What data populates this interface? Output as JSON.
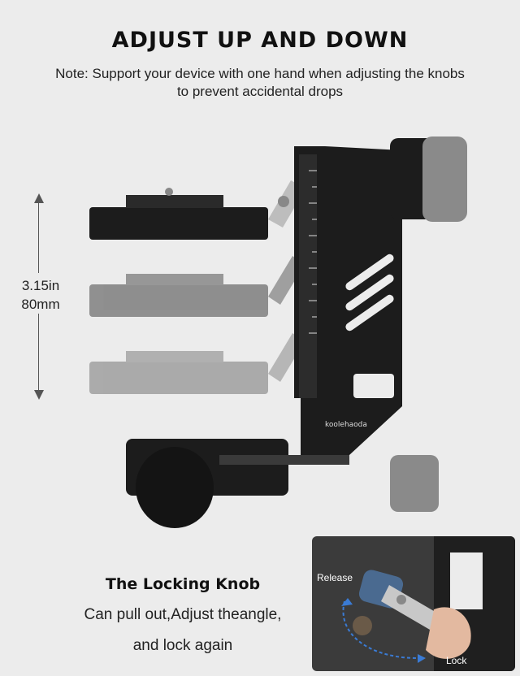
{
  "header": {
    "title": "ADJUST UP AND DOWN",
    "note_line1": "Note: Support your device with one hand when adjusting the knobs",
    "note_line2": "to prevent accidental drops"
  },
  "measurement": {
    "inches": "3.15in",
    "mm": "80mm"
  },
  "product": {
    "brand": "koolehaoda"
  },
  "locking_knob": {
    "title": "The Locking Knob",
    "line1": "Can pull out,Adjust theangle,",
    "line2": "and lock again"
  },
  "inset": {
    "release_label": "Release",
    "lock_label": "Lock"
  },
  "colors": {
    "background": "#ececec",
    "metal_dark": "#1c1c1c",
    "knob_gray": "#8a8a8a",
    "accent_blue": "#3a7bd5"
  }
}
